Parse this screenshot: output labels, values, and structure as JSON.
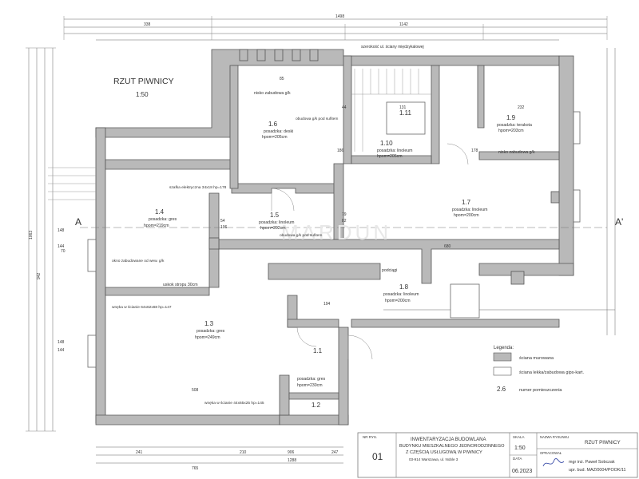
{
  "drawing": {
    "title": "RZUT PIWNICY",
    "scale": "1:50",
    "watermark": "MARDUN",
    "section_markers": [
      "A",
      "A'"
    ],
    "note_top": "szerokość ul. ściany międzykalowej"
  },
  "rooms": [
    {
      "id": "1.1",
      "lines": [
        "1.1",
        "posadzka: gres",
        "hpom=230cm"
      ]
    },
    {
      "id": "1.2",
      "lines": [
        "1.2"
      ]
    },
    {
      "id": "1.3",
      "lines": [
        "1.3",
        "posadzka: gres",
        "hpom=249cm"
      ]
    },
    {
      "id": "1.4",
      "lines": [
        "1.4",
        "posadzka: gres",
        "hpom=219cm"
      ]
    },
    {
      "id": "1.5",
      "lines": [
        "1.5",
        "posadzka: linoleum",
        "hpom=202cm"
      ]
    },
    {
      "id": "1.6",
      "lines": [
        "1.6",
        "posadzka: deski",
        "hpom=205cm"
      ]
    },
    {
      "id": "1.7",
      "lines": [
        "1.7",
        "posadzka: linoleum",
        "hpom=200cm"
      ]
    },
    {
      "id": "1.8",
      "lines": [
        "1.8",
        "posadzka: linoleum",
        "hpom=200cm"
      ]
    },
    {
      "id": "1.9",
      "lines": [
        "1.9",
        "posadzka: terakota",
        "hpom=203cm"
      ]
    },
    {
      "id": "1.10",
      "lines": [
        "1.10",
        "posadzka: linoleum",
        "hpom=205cm"
      ]
    },
    {
      "id": "1.11",
      "lines": [
        "1.11"
      ]
    }
  ],
  "annotations": [
    "nisko zabudowa g/k",
    "obudowa g/k pod sufitem",
    "szafka elektryczna 34x18 hp=178",
    "okno zabudowane od wew. g/k",
    "uskok stropu 30cm",
    "wnęka w ścianie 64x62x68 hp=147",
    "wnęka w ścianie 44x65x25 hp=145",
    "obudowa g/k pod sufitem",
    "podciągi",
    "nisko zabudowa g/k"
  ],
  "dimensions": {
    "overall_width": "1498",
    "top_left": "338",
    "top_right": "1142",
    "bottom_total": "1288",
    "bottom_segments": [
      "241",
      "765",
      "210",
      "906",
      "247"
    ],
    "left_total": "1063",
    "left_segment": "942",
    "left_small": [
      "148",
      "144",
      "148",
      "144"
    ],
    "room_dims": [
      "508",
      "680",
      "194",
      "232",
      "186",
      "178",
      "70",
      "85",
      "54",
      "106",
      "79",
      "82",
      "131",
      "44"
    ]
  },
  "legend": {
    "title": "Legenda:",
    "items": [
      {
        "label": "ściana murowana"
      },
      {
        "label": "ściana lekka/zabudowa gips-kart."
      }
    ],
    "room_no_example": "2.6",
    "room_no_label": "numer pomieszczenia"
  },
  "title_block": {
    "sheet_label": "NR RYS.",
    "sheet_no": "01",
    "project_line1": "INWENTARYZACJA BUDOWLANA",
    "project_line2": "BUDYNKU MIESZKALNEGO JEDNORODZINNEGO",
    "project_line3": "Z CZĘŚCIĄ USŁUGOWĄ W PIWNICY",
    "address": "03-914 Warszawa, ul. Noble 3",
    "scale_label": "SKALA",
    "scale_value": "1:50",
    "date_label": "DATA",
    "date_value": "06.2023",
    "name_label": "NAZWA RYSUNKU",
    "name_value": "RZUT PIWNICY",
    "author_label": "OPRACOWAŁ",
    "author_name": "mgr inż. Paweł Sobczak",
    "author_license": "upr. bud. MAZ/0004/POOK/11"
  },
  "colors": {
    "wall": "#b9b9b9",
    "line": "#555555",
    "paper": "#ffffff"
  }
}
